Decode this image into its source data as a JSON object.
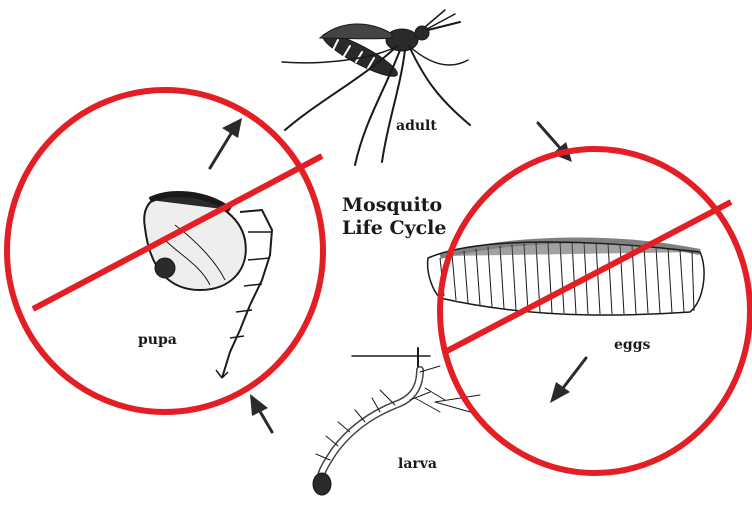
{
  "diagram": {
    "title_line1": "Mosquito",
    "title_line2": "Life Cycle",
    "stages": {
      "adult": "adult",
      "eggs": "eggs",
      "larva": "larva",
      "pupa": "pupa"
    },
    "icons": [
      "mosquito-adult-icon",
      "egg-raft-icon",
      "larva-icon",
      "pupa-icon",
      "cycle-arrow-icon",
      "prohibition-sign-icon"
    ],
    "colors": {
      "ink": "#1a1a1a",
      "prohibition": "#e31e24",
      "background": "#ffffff"
    }
  }
}
